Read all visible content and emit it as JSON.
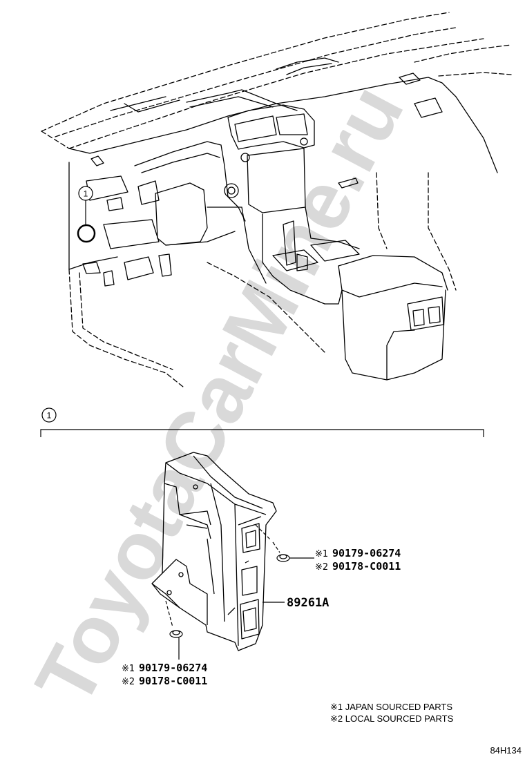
{
  "watermark": "ToyotaCarMine.ru",
  "callouts": {
    "overview_marker": "1",
    "section_marker": "1"
  },
  "parts": {
    "main_component": "89261A",
    "screw_right": [
      {
        "mark": "※1",
        "number": "90179-06274"
      },
      {
        "mark": "※2",
        "number": "90178-C0011"
      }
    ],
    "screw_bottom": [
      {
        "mark": "※1",
        "number": "90179-06274"
      },
      {
        "mark": "※2",
        "number": "90178-C0011"
      }
    ]
  },
  "notes": [
    "※1 JAPAN SOURCED PARTS",
    "※2 LOCAL SOURCED PARTS"
  ],
  "diagram_code": "84H134",
  "colors": {
    "line": "#000000",
    "watermark": "#d9d9d9"
  }
}
